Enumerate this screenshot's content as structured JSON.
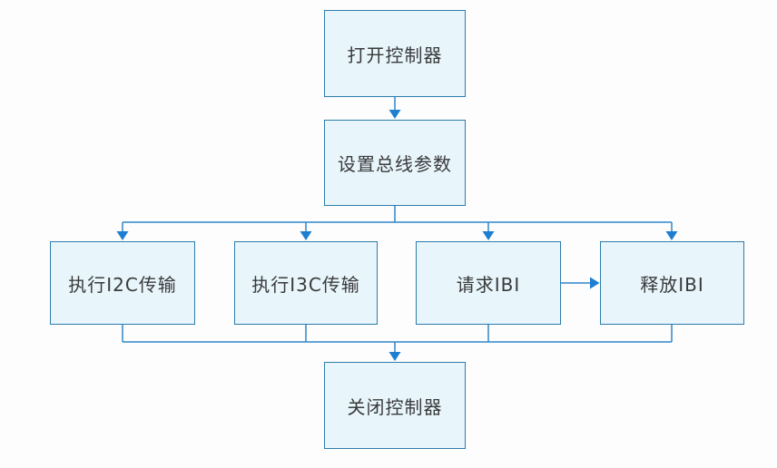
{
  "figure": {
    "type": "flowchart",
    "background_color": "#fdfdfd",
    "colors": {
      "node_fill": "#e8f6fc",
      "node_border": "#2e7cab",
      "connector_line": "#2f86c9",
      "arrowhead": "#1e7fd0",
      "label_text": "#3a3a3a"
    },
    "nodes": [
      {
        "id": "open-controller",
        "label": "打开控制器"
      },
      {
        "id": "set-bus-params",
        "label": "设置总线参数"
      },
      {
        "id": "i2c-transfer",
        "label": "执行I2C传输"
      },
      {
        "id": "i3c-transfer",
        "label": "执行I3C传输"
      },
      {
        "id": "request-ibi",
        "label": "请求IBI"
      },
      {
        "id": "release-ibi",
        "label": "释放IBI"
      },
      {
        "id": "close-controller",
        "label": "关闭控制器"
      }
    ],
    "edges": [
      {
        "from": "open-controller",
        "to": "set-bus-params",
        "arrow": true
      },
      {
        "from": "set-bus-params",
        "to": "i2c-transfer",
        "arrow": true
      },
      {
        "from": "set-bus-params",
        "to": "i3c-transfer",
        "arrow": true
      },
      {
        "from": "set-bus-params",
        "to": "request-ibi",
        "arrow": true
      },
      {
        "from": "set-bus-params",
        "to": "release-ibi",
        "arrow": true
      },
      {
        "from": "request-ibi",
        "to": "release-ibi",
        "arrow": true
      },
      {
        "from": "i2c-transfer",
        "to": "close-controller",
        "arrow": false
      },
      {
        "from": "i3c-transfer",
        "to": "close-controller",
        "arrow": false
      },
      {
        "from": "request-ibi",
        "to": "close-controller",
        "arrow": false
      },
      {
        "from": "release-ibi",
        "to": "close-controller",
        "arrow": true
      }
    ]
  }
}
